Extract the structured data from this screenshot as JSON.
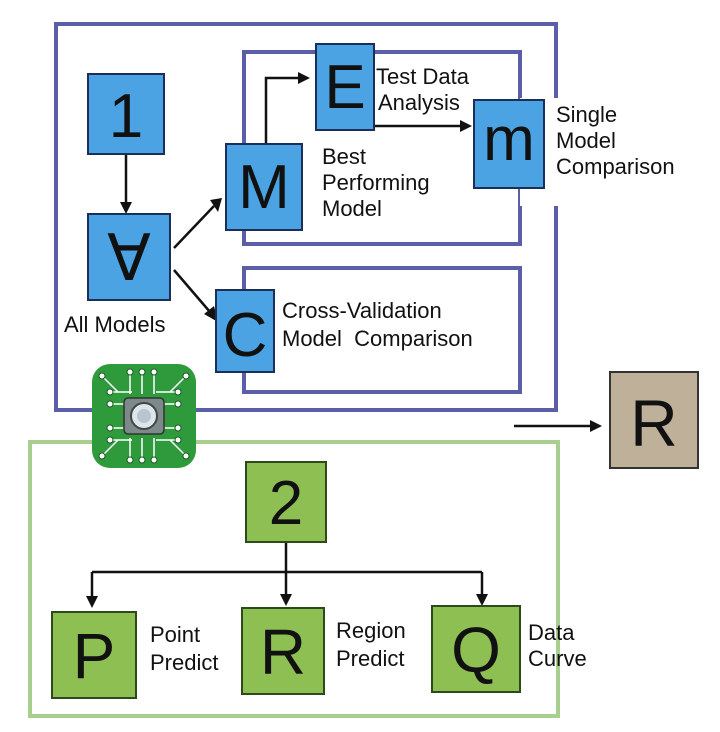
{
  "colors": {
    "blue_frame": "#5a5fa8",
    "green_frame": "#a8cf8e",
    "blue_box": "#4ba3e3",
    "green_box": "#8dbf53",
    "result_box": "#bfb09a",
    "chip_background": "#2e9a3c"
  },
  "icons": {
    "chip": "circuit-chip-icon"
  },
  "boxes": {
    "one": "1",
    "all": "∀",
    "best": "M",
    "test": "E",
    "single": "m",
    "cv": "C",
    "two": "2",
    "point": "P",
    "region": "R",
    "curve": "Q",
    "result": "R"
  },
  "labels": {
    "all_models": "All Models",
    "best_line1": "Best",
    "best_line2": "Performing",
    "best_line3": "Model",
    "test_line1": "Test Data",
    "test_line2": "Analysis",
    "single_line1": "Single",
    "single_line2": "Model",
    "single_line3": "Comparison",
    "cv_line1": "Cross-Validation",
    "cv_line2": "Model  Comparison",
    "point_line1": "Point",
    "point_line2": "Predict",
    "region_line1": "Region",
    "region_line2": "Predict",
    "curve_line1": "Data",
    "curve_line2": "Curve"
  }
}
